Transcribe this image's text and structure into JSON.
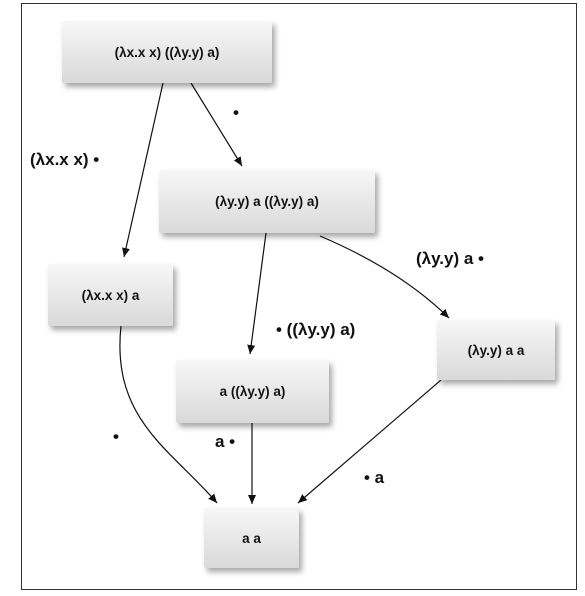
{
  "nodes": {
    "n1": "(λx.x x) ((λy.y) a)",
    "n2": "(λy.y) a ((λy.y) a)",
    "n3": "(λx.x x) a",
    "n4": "a ((λy.y) a)",
    "n5": "(λy.y) a a",
    "n6": "a a"
  },
  "edge_labels": {
    "e12": "•",
    "e13": "(λx.x x) •",
    "e24": "• ((λy.y) a)",
    "e25": "(λy.y) a •",
    "e36": "•",
    "e46": "a •",
    "e56": "• a"
  },
  "colors": {
    "edge": "#111111",
    "frame": "#333333",
    "node_top": "#f7f7f7",
    "node_bottom": "#d9d9d9"
  }
}
